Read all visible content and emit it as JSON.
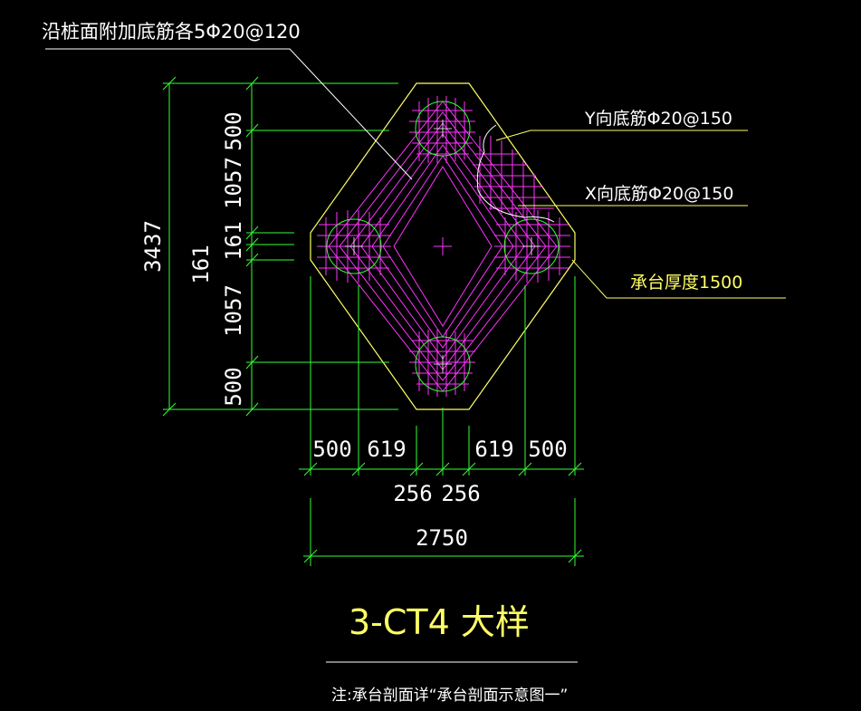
{
  "annotations": {
    "top_left": "沿桩面附加底筋各5Φ20@120",
    "y_rebar": "Y向底筋Φ20@150",
    "x_rebar": "X向底筋Φ20@150",
    "thickness": "承台厚度1500"
  },
  "dims": {
    "v_500_top": "500",
    "v_1057_top": "1057",
    "v_161_a": "161",
    "v_161_b": "161",
    "v_1057_bot": "1057",
    "v_500_bot": "500",
    "v_total": "3437",
    "h_500_l": "500",
    "h_619_l": "619",
    "h_619_r": "619",
    "h_500_r": "500",
    "h_256_l": "256",
    "h_256_r": "256",
    "h_total": "2750"
  },
  "title": "3-CT4 大样",
  "note": "注:承台剖面详“承台剖面示意图一”",
  "colors": {
    "outline": "#ffff66",
    "rebar": "#ff33ff",
    "dim": "#33ff33",
    "leader": "#ffffff",
    "title": "#ffff66"
  }
}
